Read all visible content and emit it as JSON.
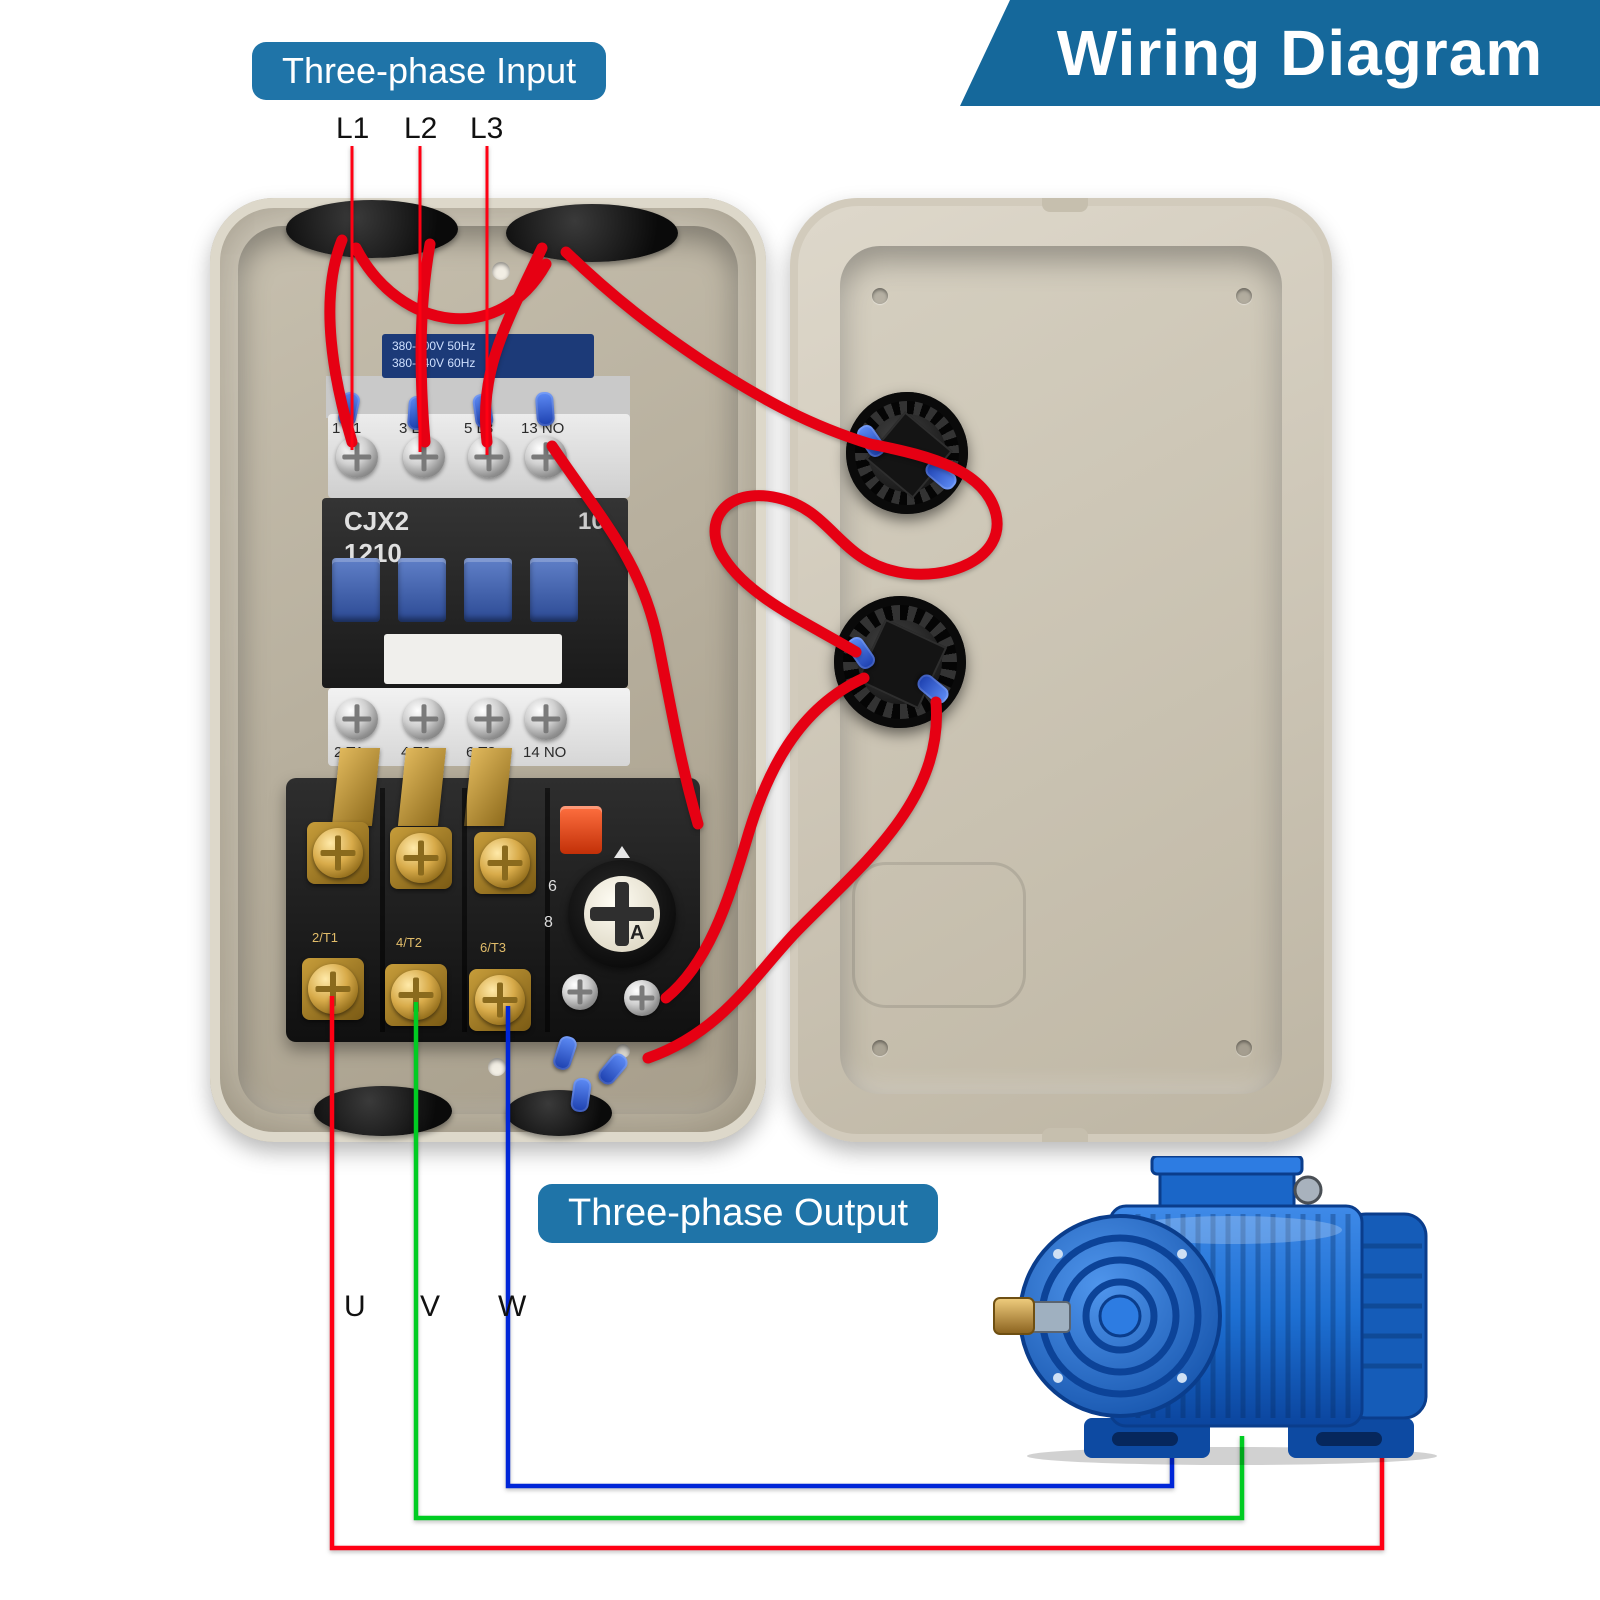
{
  "title": "Wiring Diagram",
  "badges": {
    "input": "Three-phase Input",
    "output": "Three-phase Output"
  },
  "input_terminals": [
    "L1",
    "L2",
    "L3"
  ],
  "output_terminals": [
    "U",
    "V",
    "W"
  ],
  "contactor": {
    "model": "CJX2",
    "model2": "1210",
    "aux_rating": "10",
    "rating_label_line1": "380-400V 50Hz",
    "rating_label_line2": "380-440V 60Hz",
    "top_terminals": [
      "1 L1",
      "3 L2",
      "5 L3",
      "13 NO"
    ],
    "bottom_terminals": [
      "2 T1",
      "4 T2",
      "6 T3",
      "14 NO"
    ]
  },
  "relay": {
    "terminal_labels": [
      "2/T1",
      "4/T2",
      "6/T3"
    ],
    "dial_numbers": [
      "6",
      "8"
    ],
    "dial_unit": "A"
  },
  "colors": {
    "banner_teal": "#15689b",
    "badge_teal": "#1f74a8",
    "wire_red": "#e60013",
    "wire_green": "#00cc22",
    "wire_blue": "#0026d8",
    "motor_blue": "#1d6fd2",
    "box_beige": "#cdc5b4"
  }
}
